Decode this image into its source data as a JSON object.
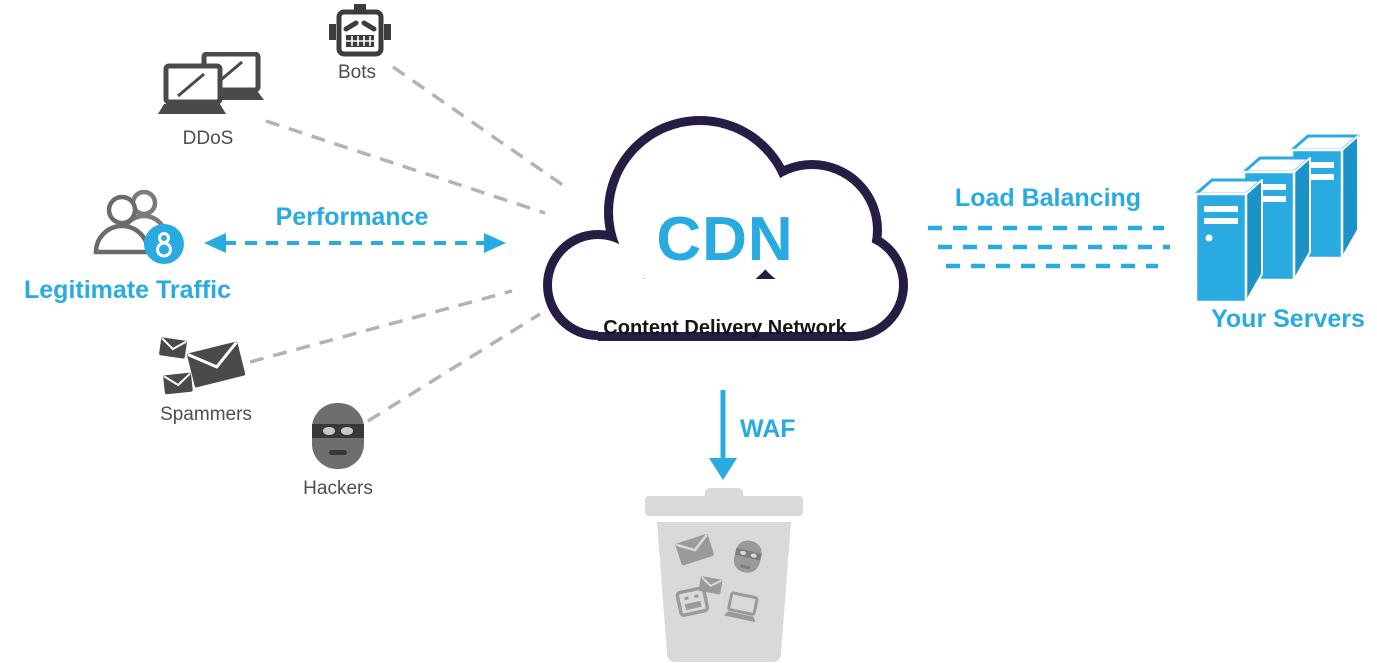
{
  "colors": {
    "accent_blue": "#29abe2",
    "cloud_outline": "#271c43",
    "threat_text": "#4d4d4d",
    "connector_gray": "#b3b3b3",
    "icon_dark_gray": "#4a4a4a",
    "trash_gray": "#d9d9d9"
  },
  "cloud": {
    "title": "CDN",
    "subtitle": "Content Delivery Network"
  },
  "sources": {
    "bots": {
      "label": "Bots"
    },
    "ddos": {
      "label": "DDoS"
    },
    "legitimate_traffic": {
      "label": "Legitimate Traffic"
    },
    "spammers": {
      "label": "Spammers"
    },
    "hackers": {
      "label": "Hackers"
    }
  },
  "flows": {
    "performance": {
      "label": "Performance"
    },
    "load_balancing": {
      "label": "Load Balancing"
    },
    "waf": {
      "label": "WAF"
    }
  },
  "servers": {
    "label": "Your Servers"
  },
  "icons": {
    "bots": "robot-head-icon",
    "ddos": "laptops-icon",
    "legitimate_traffic": "users-icon",
    "spammers": "envelopes-icon",
    "hackers": "masked-face-icon",
    "your_servers": "server-stack-icon",
    "waf_sink": "trash-can-icon"
  }
}
